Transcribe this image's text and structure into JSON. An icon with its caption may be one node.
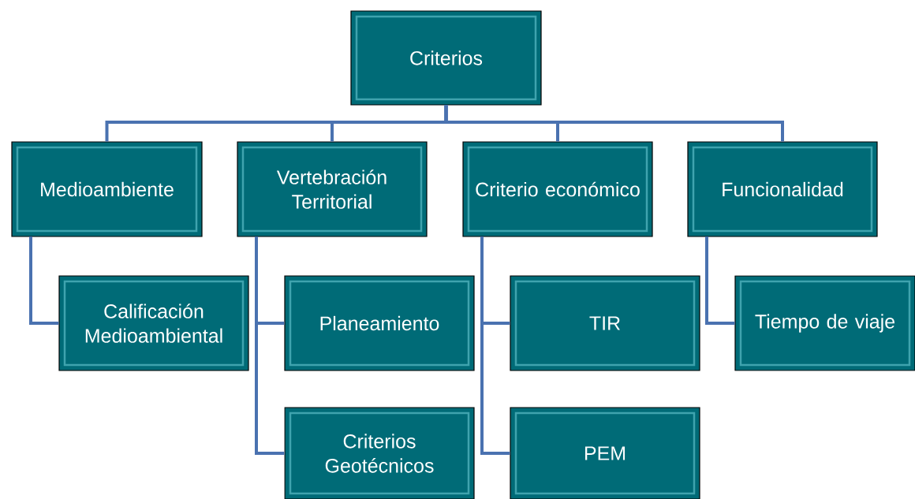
{
  "diagram": {
    "nodes": [
      {
        "text": [
          "Criterios"
        ]
      },
      {
        "text": [
          "Medioambiente"
        ]
      },
      {
        "text": [
          "Vertebración Territorial"
        ]
      },
      {
        "text": [
          "Criterio económico"
        ]
      },
      {
        "text": [
          "Funcionalidad"
        ]
      },
      {
        "text": [
          "Calificación Medioambiental"
        ]
      },
      {
        "text": [
          "Planeamiento"
        ]
      },
      {
        "text": [
          "TIR"
        ]
      },
      {
        "text": [
          "Tiempo de viaje"
        ]
      },
      {
        "text": [
          "Criterios Geotécnicos"
        ]
      },
      {
        "text": [
          "PEM"
        ]
      }
    ],
    "edges": [
      {
        "from": 0,
        "to": 1,
        "arrow": "none"
      },
      {
        "from": 0,
        "to": 2,
        "arrow": "none"
      },
      {
        "from": 0,
        "to": 3,
        "arrow": "none"
      },
      {
        "from": 0,
        "to": 4,
        "arrow": "none"
      },
      {
        "from": 1,
        "to": 5,
        "arrow": "none"
      },
      {
        "from": 2,
        "to": 6,
        "arrow": "none"
      },
      {
        "from": 2,
        "to": 9,
        "arrow": "none"
      },
      {
        "from": 3,
        "to": 7,
        "arrow": "none"
      },
      {
        "from": 3,
        "to": 10,
        "arrow": "none"
      },
      {
        "from": 4,
        "to": 8,
        "arrow": "none"
      }
    ]
  }
}
